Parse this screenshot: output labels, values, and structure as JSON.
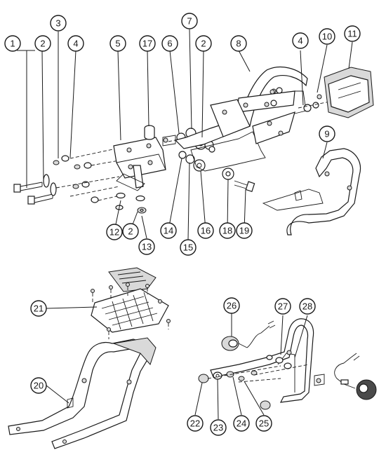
{
  "diagram": {
    "callouts": [
      {
        "id": "c1",
        "label": "1"
      },
      {
        "id": "c2a",
        "label": "2"
      },
      {
        "id": "c3",
        "label": "3"
      },
      {
        "id": "c4a",
        "label": "4"
      },
      {
        "id": "c5",
        "label": "5"
      },
      {
        "id": "c17",
        "label": "17"
      },
      {
        "id": "c6",
        "label": "6"
      },
      {
        "id": "c7",
        "label": "7"
      },
      {
        "id": "c2b",
        "label": "2"
      },
      {
        "id": "c8",
        "label": "8"
      },
      {
        "id": "c4b",
        "label": "4"
      },
      {
        "id": "c10",
        "label": "10"
      },
      {
        "id": "c11",
        "label": "11"
      },
      {
        "id": "c9",
        "label": "9"
      },
      {
        "id": "c12",
        "label": "12"
      },
      {
        "id": "c2c",
        "label": "2"
      },
      {
        "id": "c13",
        "label": "13"
      },
      {
        "id": "c14",
        "label": "14"
      },
      {
        "id": "c15",
        "label": "15"
      },
      {
        "id": "c16",
        "label": "16"
      },
      {
        "id": "c18",
        "label": "18"
      },
      {
        "id": "c19",
        "label": "19"
      },
      {
        "id": "c21",
        "label": "21"
      },
      {
        "id": "c20",
        "label": "20"
      },
      {
        "id": "c26",
        "label": "26"
      },
      {
        "id": "c27",
        "label": "27"
      },
      {
        "id": "c28",
        "label": "28"
      },
      {
        "id": "c22",
        "label": "22"
      },
      {
        "id": "c23",
        "label": "23"
      },
      {
        "id": "c24",
        "label": "24"
      },
      {
        "id": "c25",
        "label": "25"
      }
    ]
  }
}
